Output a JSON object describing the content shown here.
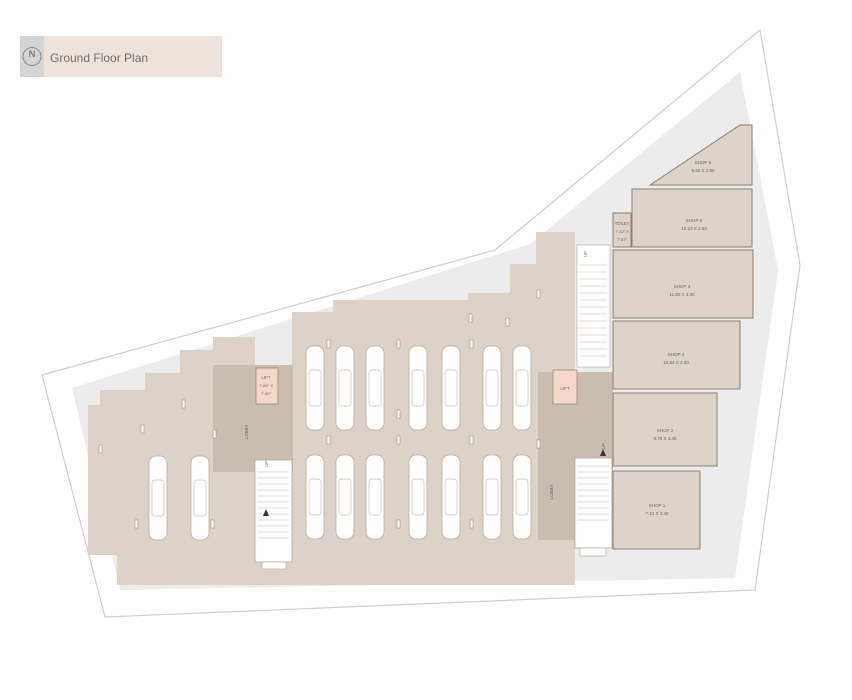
{
  "header": {
    "title": "Ground Floor Plan",
    "north": "N"
  },
  "colors": {
    "site_outline": "#cfcfcf",
    "site_fill": "#eeeeee",
    "building": "#ddd2c7",
    "lobby": "#c9bcb0",
    "lift": "#f3d7c8",
    "shop_border": "#8d8073",
    "car": "#ffffff"
  },
  "labels": {
    "lift_left": "LIFT",
    "lift_left_dim1": "7'.80\" X",
    "lift_left_dim2": "7'.60\"",
    "lobby_left": "LOBBY",
    "lobby_right": "LOBBY",
    "lift_right": "LIFT",
    "up_left": "UP",
    "up_right": "UP",
    "up_top": "UP"
  },
  "toilet": {
    "name": "TOILET",
    "dim1": "7'.42\" X",
    "dim2": "7'.87\""
  },
  "shops": [
    {
      "name": "SHOP 6",
      "size": "6.28 X 2.98"
    },
    {
      "name": "SHOP 5",
      "size": "10.23 X 2.63"
    },
    {
      "name": "SHOP 4",
      "size": "11.80 X 3.00"
    },
    {
      "name": "SHOP 3",
      "size": "10.54 X 3.00"
    },
    {
      "name": "SHOP 2",
      "size": "8.70 X 3.40"
    },
    {
      "name": "SHOP 1",
      "size": "7.41 X 3.40"
    }
  ]
}
